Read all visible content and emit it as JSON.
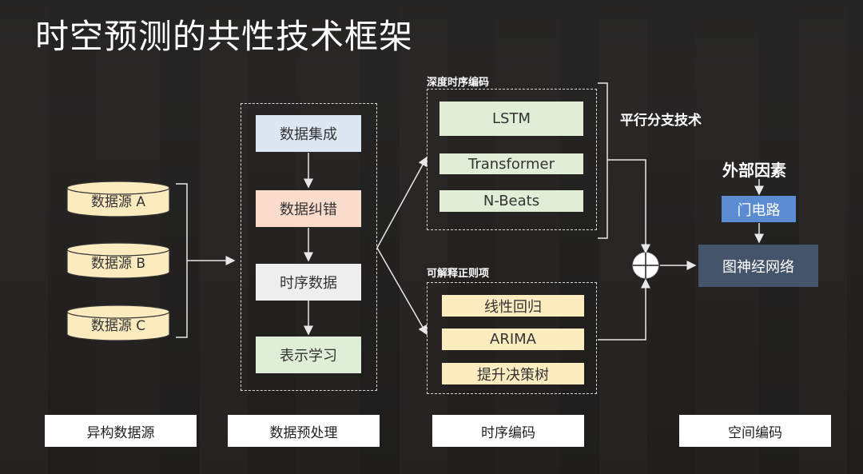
{
  "title": "时空预测的共性技术框架",
  "sources": [
    "数据源 A",
    "数据源 B",
    "数据源 C"
  ],
  "preprocess": [
    "数据集成",
    "数据纠错",
    "时序数据",
    "表示学习"
  ],
  "deep_encoding": {
    "label": "深度时序编码",
    "items": [
      "LSTM",
      "Transformer",
      "N-Beats"
    ]
  },
  "regularization": {
    "label": "可解释正则项",
    "items": [
      "线性回归",
      "ARIMA",
      "提升决策树"
    ]
  },
  "parallel_label": "平行分支技术",
  "external": {
    "label": "外部因素",
    "gate": "门电路",
    "gnn": "图神经网络"
  },
  "bottom_labels": [
    "异构数据源",
    "数据预处理",
    "时序编码",
    "空间编码"
  ],
  "colors": {
    "cylinder": "#fdebc0",
    "integrate": "#dde7f3",
    "correct": "#f9dccb",
    "timeseries": "#eeeeee",
    "represent": "#dfeed6",
    "deep": "#e0eed8",
    "reg": "#fdecc0",
    "gate": "#5b8bd0",
    "gnn": "#44546a"
  }
}
